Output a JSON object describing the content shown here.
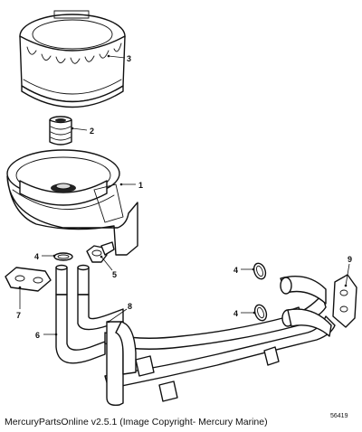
{
  "callouts": {
    "c1": "1",
    "c2": "2",
    "c3": "3",
    "c4a": "4",
    "c4b": "4",
    "c4c": "4",
    "c5": "5",
    "c6": "6",
    "c7": "7",
    "c8": "8",
    "c9": "9"
  },
  "caption": "MercuryPartsOnline v2.5.1 (Image Copyright- Mercury Marine)",
  "reference_number": "56419"
}
